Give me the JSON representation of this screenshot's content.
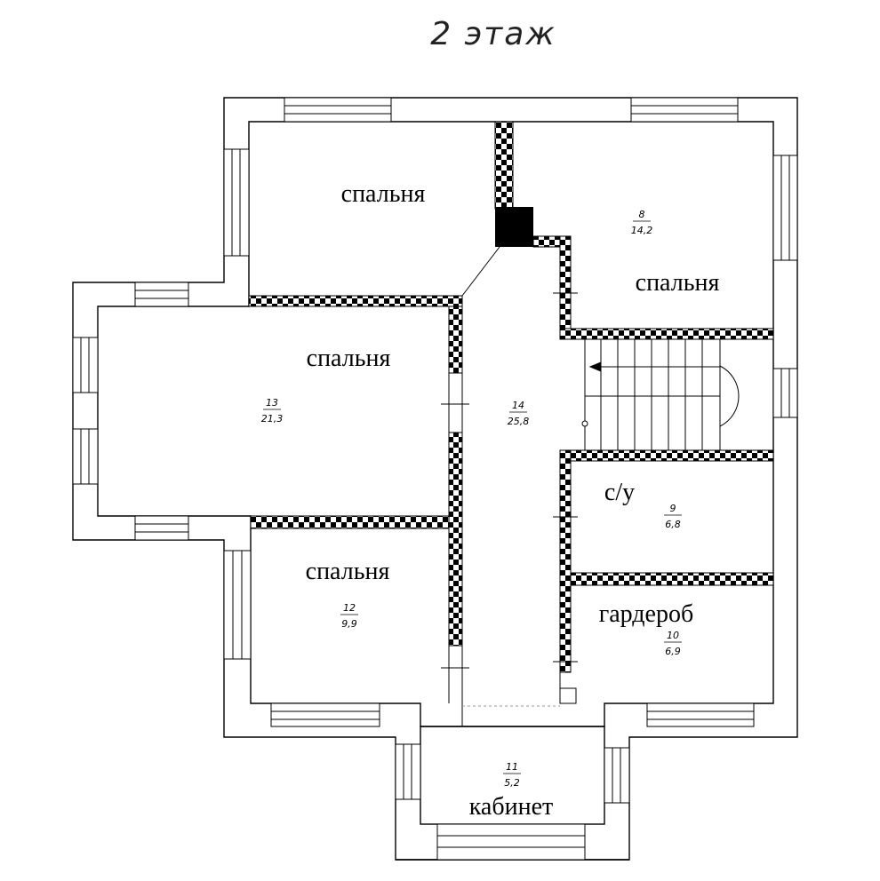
{
  "title": "2 этаж",
  "rooms": [
    {
      "id": "r-bed-nw",
      "name": "спальня"
    },
    {
      "id": "r-bed-ne",
      "name": "спальня",
      "number": "8",
      "area": "14,2"
    },
    {
      "id": "r-bed-w",
      "name": "спальня",
      "number": "13",
      "area": "21,3"
    },
    {
      "id": "r-hall",
      "name": "",
      "number": "14",
      "area": "25,8"
    },
    {
      "id": "r-wc",
      "name": "с/у",
      "number": "9",
      "area": "6,8"
    },
    {
      "id": "r-bed-sw",
      "name": "спальня",
      "number": "12",
      "area": "9,9"
    },
    {
      "id": "r-wardrobe",
      "name": "гардероб",
      "number": "10",
      "area": "6,9"
    },
    {
      "id": "r-office",
      "name": "кабинет",
      "number": "11",
      "area": "5,2"
    }
  ]
}
